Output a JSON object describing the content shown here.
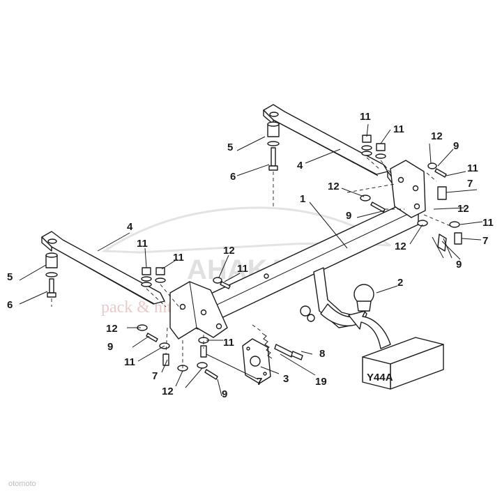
{
  "labels": {
    "n1": "1",
    "n2": "2",
    "n3": "3",
    "n4_top": "4",
    "n4_left": "4",
    "n5_top": "5",
    "n5_left": "5",
    "n6_top": "6",
    "n6_left": "6",
    "n7_a": "7",
    "n7_b": "7",
    "n7_c": "7",
    "n7_d": "7",
    "n8": "8",
    "n9_a": "9",
    "n9_b": "9",
    "n9_c": "9",
    "n9_d": "9",
    "n9_e": "9",
    "n11_a": "11",
    "n11_b": "11",
    "n11_c": "11",
    "n11_d": "11",
    "n11_e": "11",
    "n11_f": "11",
    "n11_g": "11",
    "n11_h": "11",
    "n11_i": "11",
    "n12_a": "12",
    "n12_b": "12",
    "n12_c": "12",
    "n12_d": "12",
    "n12_e": "12",
    "n12_f": "12",
    "n12_g": "12",
    "n19": "19"
  },
  "kit_box": "Y44A",
  "watermark": {
    "brand": "AHAKA",
    "sub": "pack & hitch"
  },
  "footer": "otomoto"
}
